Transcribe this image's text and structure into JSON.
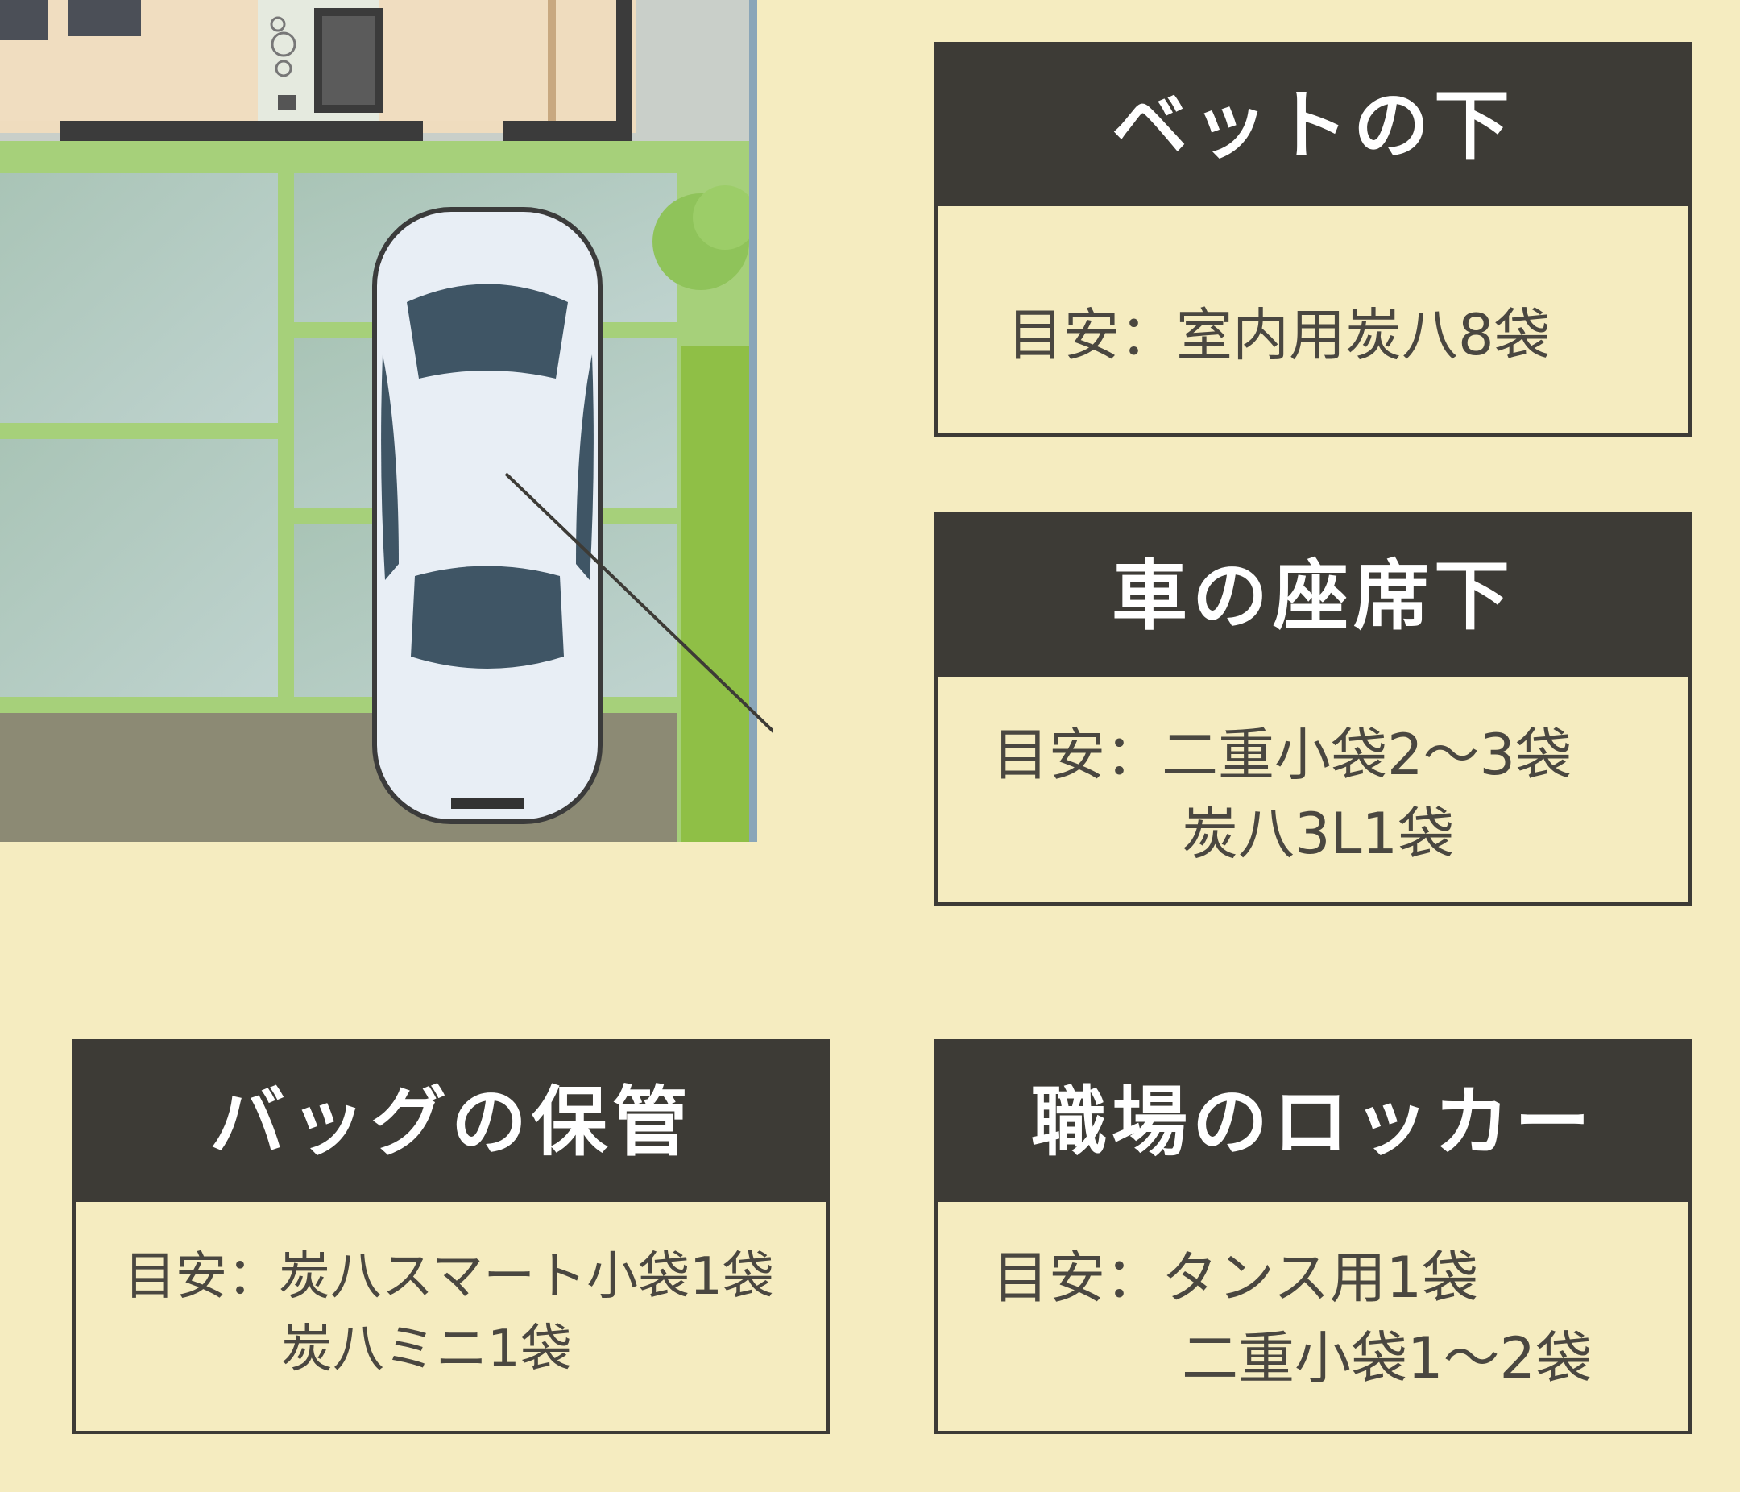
{
  "cards": {
    "bed": {
      "title": "ベットの下",
      "line1": "目安：室内用炭八8袋"
    },
    "car": {
      "title": "車の座席下",
      "line1": "目安：二重小袋2～3袋",
      "line2": "炭八3L1袋"
    },
    "bag": {
      "title": "バッグの保管",
      "line1": "目安：炭八スマート小袋1袋",
      "line2": "炭八ミニ1袋"
    },
    "locker": {
      "title": "職場のロッカー",
      "line1": "目安：タンス用1袋",
      "line2": "二重小袋1～2袋"
    }
  },
  "colors": {
    "background": "#f5ecc0",
    "header": "#3d3b36",
    "header_text": "#ffffff",
    "body_text": "#4a4740"
  },
  "icons": {
    "illustration": "car-parked-driveway-illustration"
  }
}
